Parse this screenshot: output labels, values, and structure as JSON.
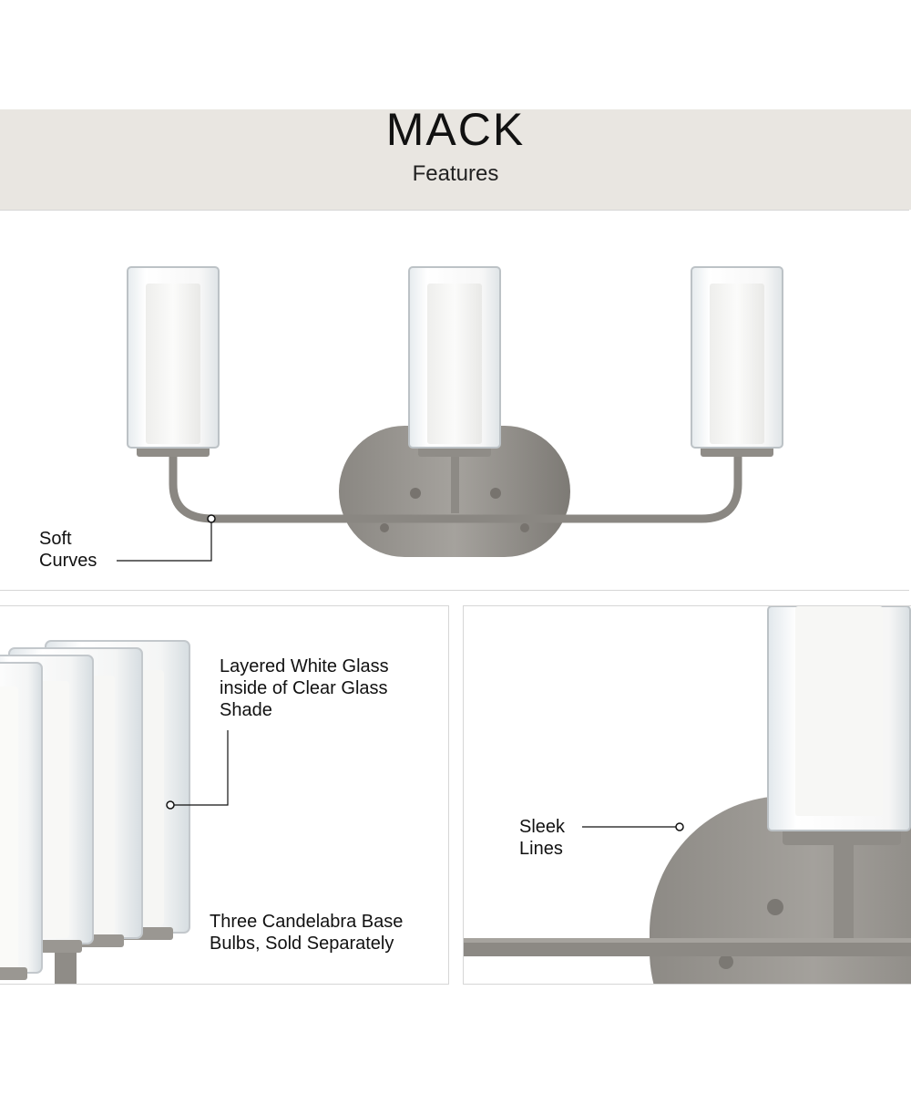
{
  "header": {
    "title": "MACK",
    "subtitle": "Features"
  },
  "features": {
    "soft_curves": [
      "Soft",
      "Curves"
    ],
    "layered_glass": [
      "Layered White Glass",
      "inside of Clear Glass",
      "Shade"
    ],
    "bulbs": [
      "Three Candelabra Base",
      "Bulbs, Sold Separately"
    ],
    "sleek_lines": [
      "Sleek",
      "Lines"
    ]
  },
  "colors": {
    "header_band": "#e9e6e1",
    "finish": "#8e8a85",
    "text": "#111111"
  }
}
